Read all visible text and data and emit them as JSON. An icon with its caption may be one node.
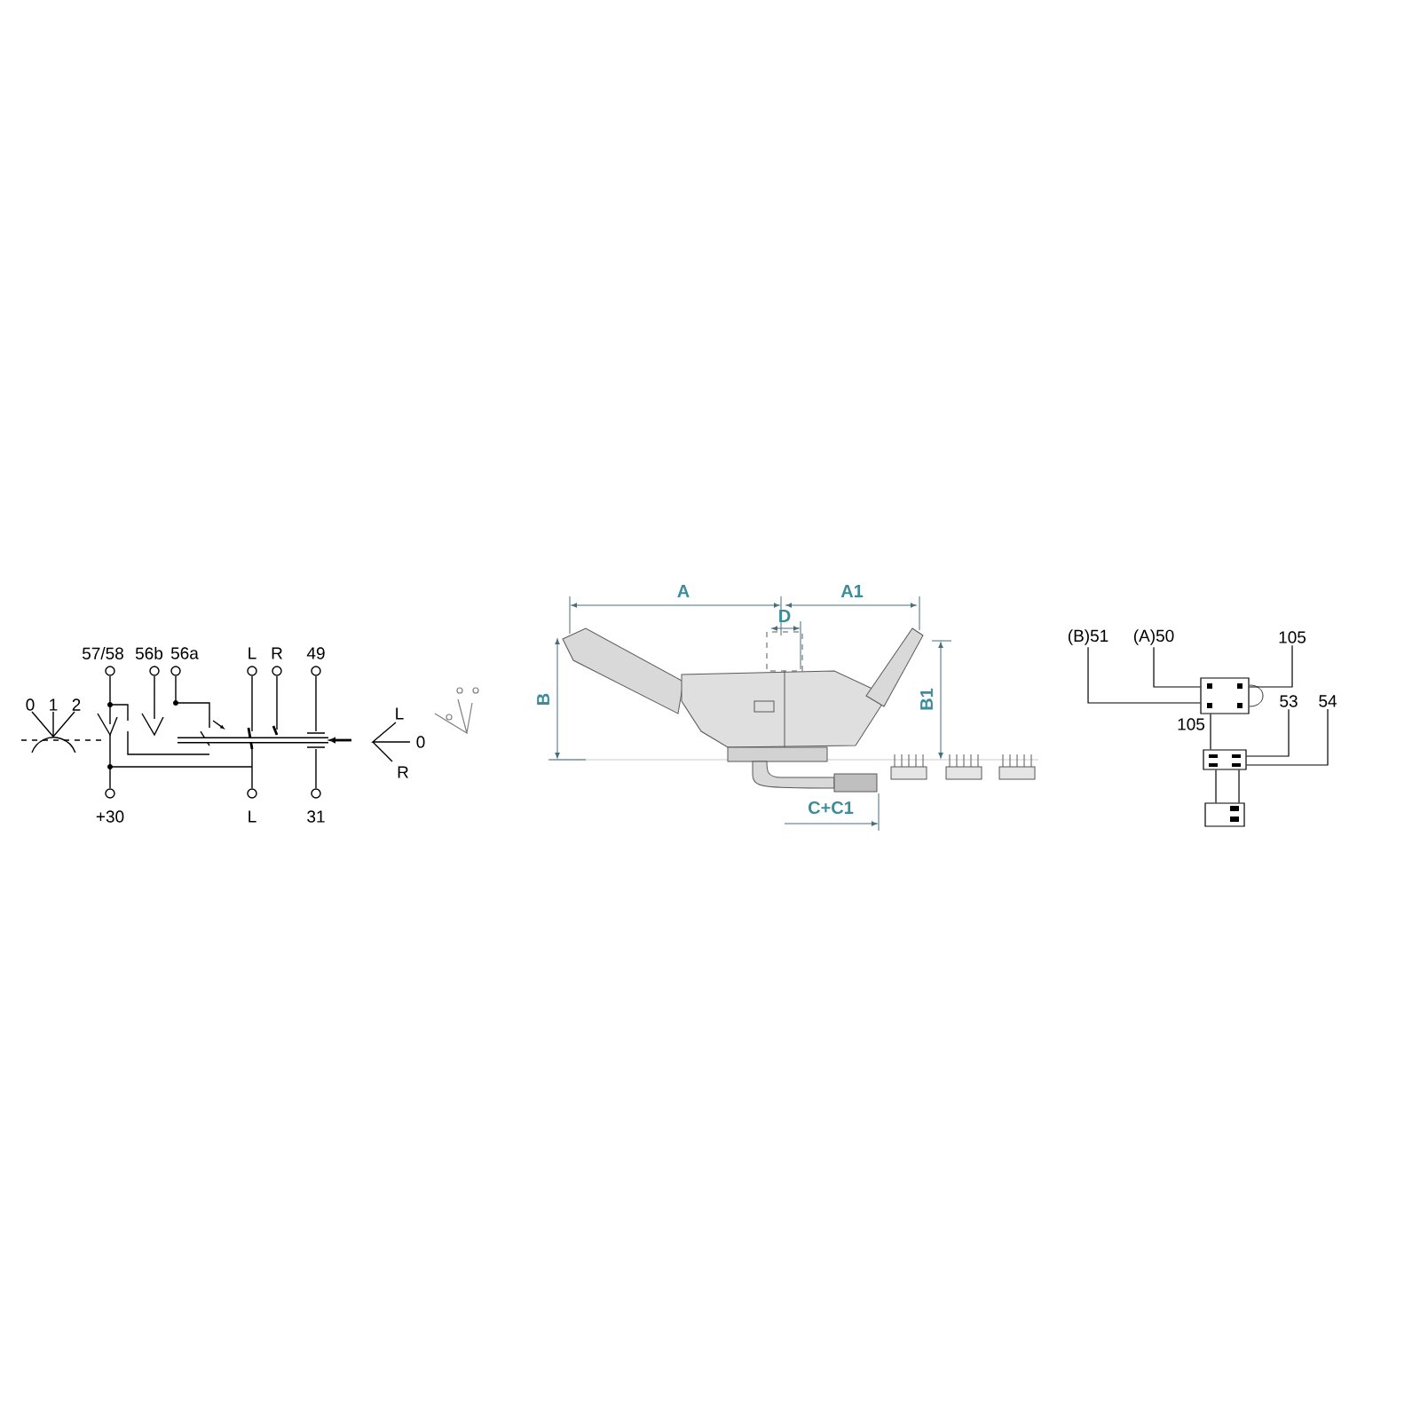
{
  "diagram": {
    "nodes": [
      {
        "text": [
          "(B)51"
        ]
      },
      {
        "text": [
          "(A)50"
        ]
      },
      {
        "text": [
          "105"
        ]
      },
      {
        "text": [],
        "shape": "box"
      },
      {
        "text": [
          "53"
        ]
      },
      {
        "text": [
          "54"
        ]
      },
      {
        "text": [],
        "shape": "box"
      },
      {
        "text": [],
        "shape": "box"
      }
    ],
    "edges": [
      {
        "from": 0,
        "to": 3,
        "arrow": "none"
      },
      {
        "from": 1,
        "to": 3,
        "arrow": "none"
      },
      {
        "from": 2,
        "to": 3,
        "arrow": "none"
      },
      {
        "from": 3,
        "to": 6,
        "arrow": "none"
      },
      {
        "from": 4,
        "to": 6,
        "arrow": "none"
      },
      {
        "from": 5,
        "to": 6,
        "arrow": "none"
      },
      {
        "from": 6,
        "to": 7,
        "arrow": "none"
      },
      {
        "from": 6,
        "to": 7,
        "arrow": "none"
      }
    ],
    "labels": [
      "0",
      "1",
      "2",
      "57/58",
      "56b",
      "56a",
      "L",
      "R",
      "49",
      "+30",
      "L",
      "31",
      "L",
      "0",
      "R",
      "A",
      "A1",
      "D",
      "B",
      "B1",
      "C+C1",
      "105"
    ]
  }
}
